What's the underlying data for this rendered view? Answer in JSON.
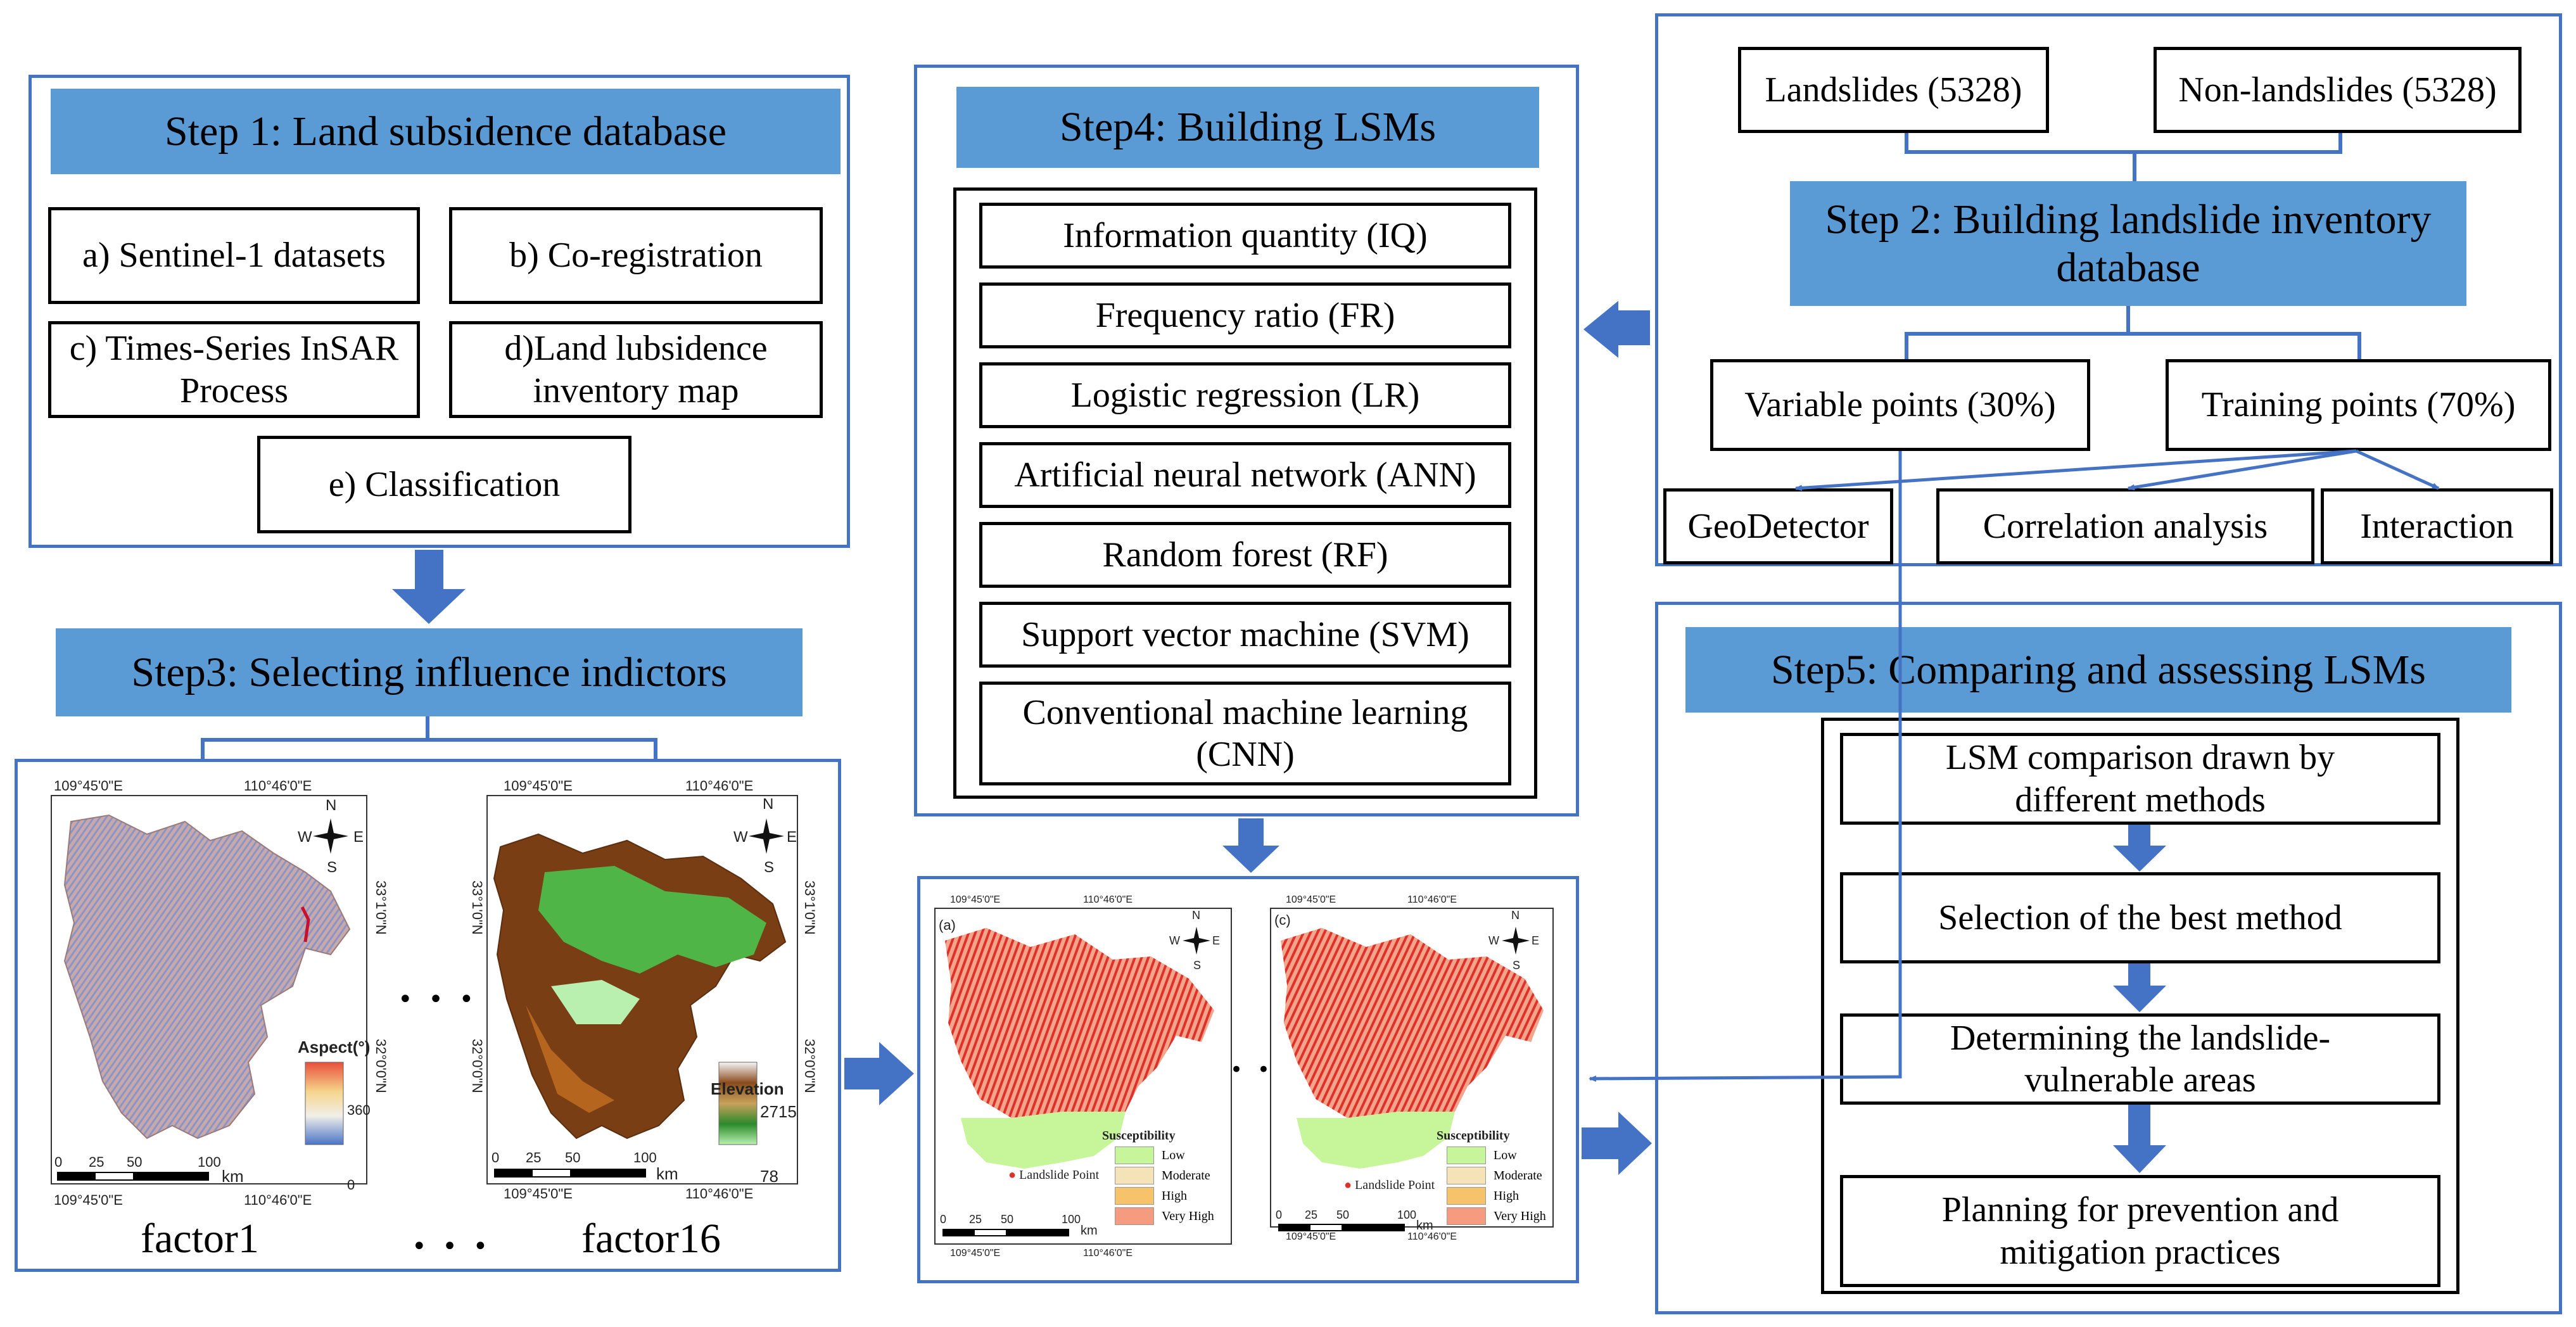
{
  "step1": {
    "title": "Step 1: Land subsidence database",
    "boxes": [
      "a) Sentinel-1 datasets",
      "b) Co-registration",
      "c)   Times-Series InSAR Process",
      "d)Land lubsidence inventory map",
      "e) Classification"
    ]
  },
  "step2": {
    "landslides": "Landslides (5328)",
    "nonlandslides": "Non-landslides (5328)",
    "title": "Step 2: Building landslide inventory database",
    "variable": "Variable points (30%)",
    "training": "Training points (70%)",
    "geodetector": "GeoDetector",
    "correlation": "Correlation analysis",
    "interaction": "Interaction"
  },
  "step3": {
    "title": "Step3: Selecting influence indictors",
    "factor1": "factor1",
    "factor16": "factor16",
    "ellipsis": "• • •"
  },
  "step4": {
    "title": "Step4: Building LSMs",
    "methods": [
      "Information quantity (IQ)",
      "Frequency ratio (FR)",
      "Logistic regression (LR)",
      "Artificial neural network (ANN)",
      "Random forest (RF)",
      "Support vector machine (SVM)",
      "Conventional machine learning (CNN)"
    ]
  },
  "step5": {
    "title": "Step5: Comparing and assessing LSMs",
    "boxes": [
      "LSM comparison drawn by different methods",
      "Selection of the best method",
      "Determining the landslide-vulnerable areas",
      "Planning for prevention and mitigation practices"
    ]
  },
  "maps": {
    "lon_left": "109°45'0\"E",
    "lon_right": "110°46'0\"E",
    "lat_top": "33°1'0\"N",
    "lat_bottom": "32°0'0\"N",
    "north": "N",
    "south": "S",
    "west": "W",
    "east": "E",
    "scale_ticks": [
      "0",
      "25",
      "50",
      "100"
    ],
    "scale_unit": "km",
    "aspect_label": "Aspect(°)",
    "aspect_max": "360",
    "aspect_min": "0",
    "elev_label": "Elevation",
    "elev_max": "2715",
    "elev_min": "78",
    "lsm_a": "(a)",
    "lsm_c": "(c)",
    "susceptibility": "Susceptibility",
    "legend": [
      "Low",
      "Moderate",
      "High",
      "Very High"
    ],
    "landslide_point": "Landslide Point"
  },
  "colors": {
    "border": "#4472c4",
    "header_fill": "#5b9bd5",
    "arrow": "#4472c4",
    "low": "#c7f59a",
    "moderate": "#f5e3b8",
    "high": "#f6c36a",
    "very_high": "#f49b80"
  }
}
